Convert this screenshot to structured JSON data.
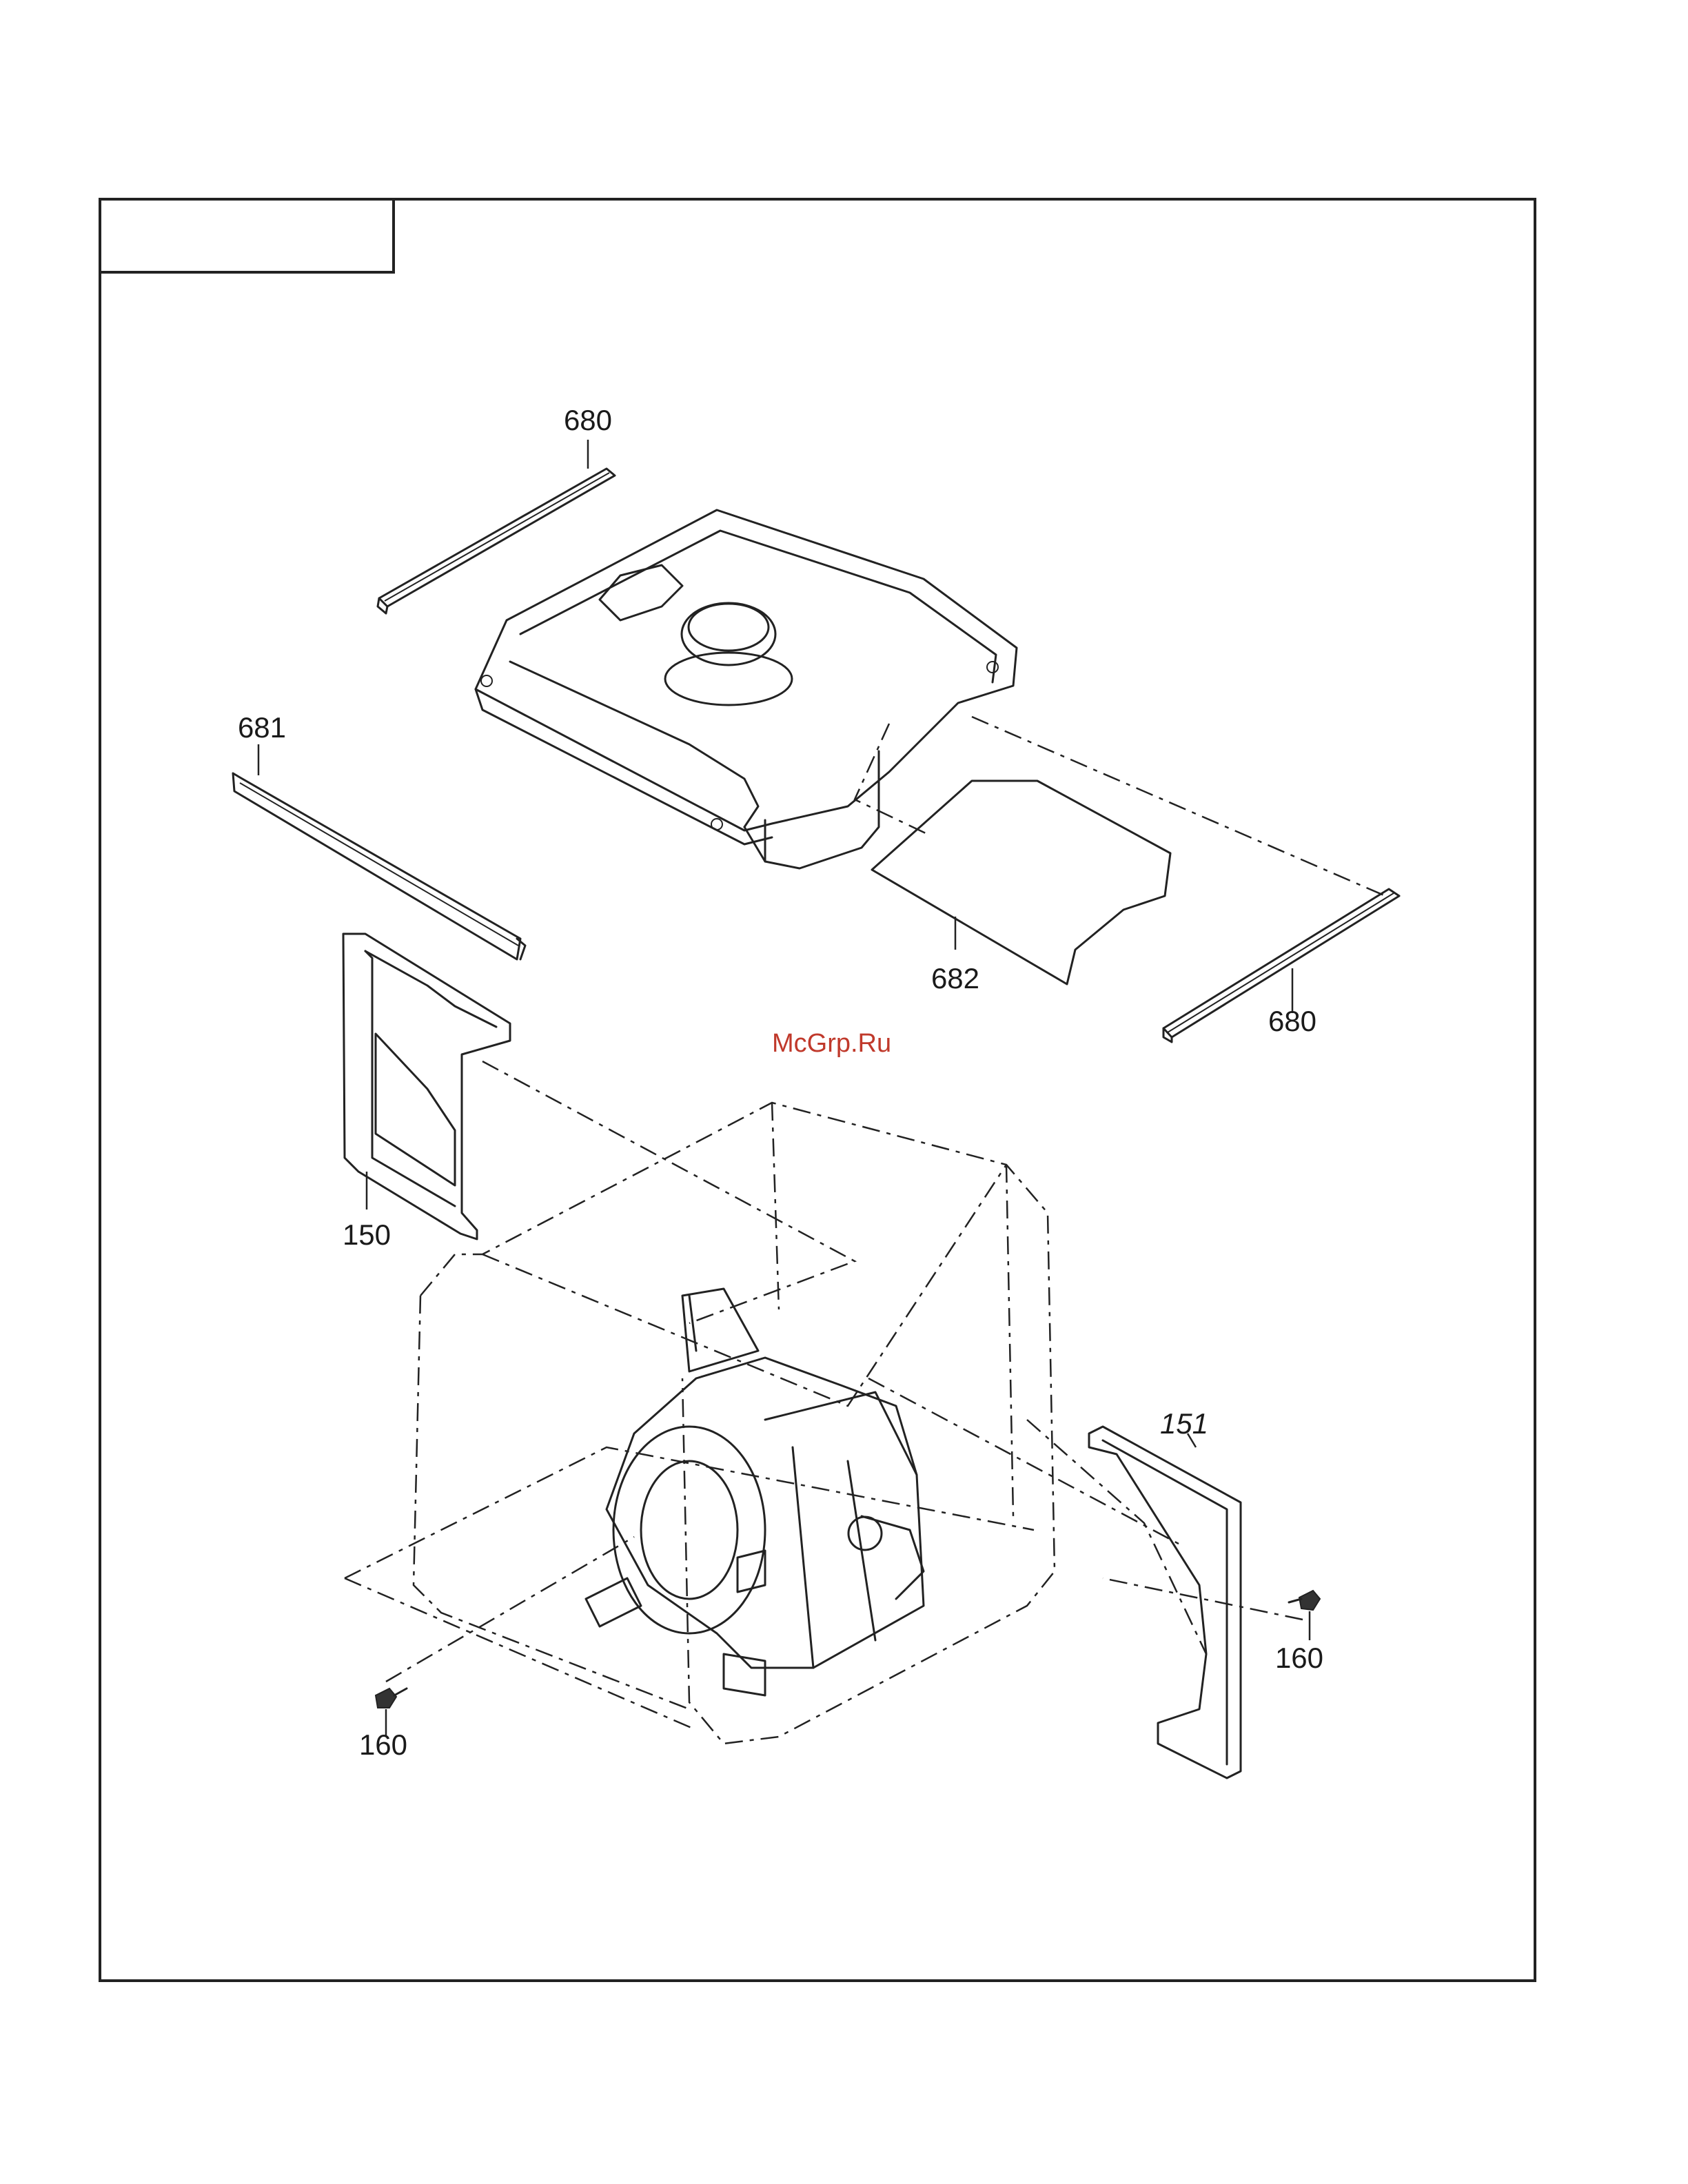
{
  "watermark": "McGrp.Ru",
  "callouts": [
    {
      "id": "680",
      "label": "680"
    },
    {
      "id": "681",
      "label": "681"
    },
    {
      "id": "682",
      "label": "682"
    },
    {
      "id": "680b",
      "label": "680"
    },
    {
      "id": "150",
      "label": "150"
    },
    {
      "id": "151",
      "label": "151"
    },
    {
      "id": "160a",
      "label": "160"
    },
    {
      "id": "160b",
      "label": "160"
    }
  ]
}
